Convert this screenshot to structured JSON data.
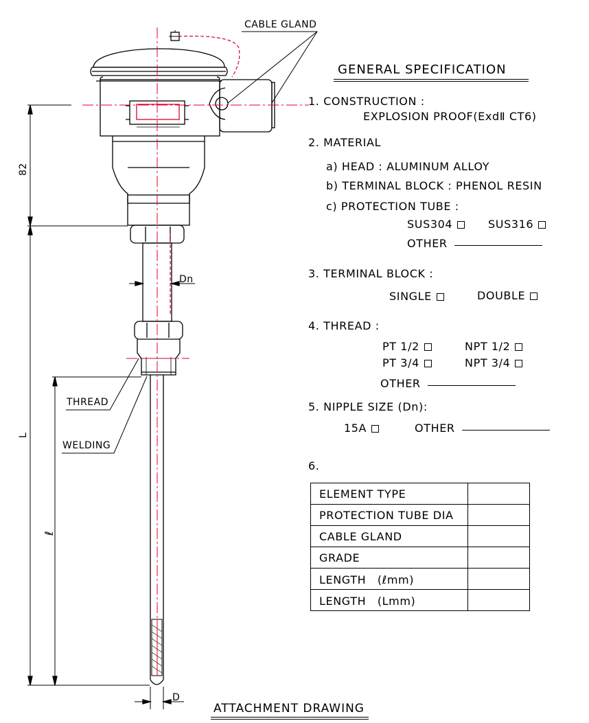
{
  "drawing": {
    "labels": {
      "cable_gland": "CABLE GLAND",
      "dim_82": "82",
      "dn": "Dn",
      "thread": "THREAD",
      "welding": "WELDING",
      "l_upper": "L",
      "l_lower": "ℓ",
      "d": "D"
    },
    "caption": "ATTACHMENT DRAWING",
    "colors": {
      "line": "#000000",
      "center": "#e0002a",
      "wire": "#d40030"
    }
  },
  "spec": {
    "title": "GENERAL SPECIFICATION",
    "construction": {
      "label": "1. CONSTRUCTION :",
      "value": "EXPLOSION PROOF(ExdⅡ CT6)"
    },
    "material": {
      "label": "2. MATERIAL",
      "head": "a) HEAD : ALUMINUM ALLOY",
      "terminal": "b) TERMINAL BLOCK : PHENOL RESIN",
      "tube": "c) PROTECTION TUBE :",
      "opt_sus304": "SUS304",
      "opt_sus316": "SUS316",
      "other": "OTHER"
    },
    "terminal_block": {
      "label": "3. TERMINAL BLOCK :",
      "single": "SINGLE",
      "double": "DOUBLE"
    },
    "thread": {
      "label": "4. THREAD :",
      "pt12": "PT 1/2",
      "npt12": "NPT 1/2",
      "pt34": "PT 3/4",
      "npt34": "NPT 3/4",
      "other": "OTHER"
    },
    "nipple": {
      "label": "5. NIPPLE SIZE (Dn):",
      "a15": "15A",
      "other": "OTHER"
    },
    "section6": "6.",
    "table": [
      {
        "key": "ELEMENT TYPE",
        "value": ""
      },
      {
        "key": "PROTECTION TUBE DIA",
        "value": ""
      },
      {
        "key": "CABLE GLAND",
        "value": ""
      },
      {
        "key": "GRADE",
        "value": ""
      },
      {
        "key": "LENGTH　(ℓmm)",
        "value": ""
      },
      {
        "key": "LENGTH　(Lmm)",
        "value": ""
      }
    ]
  }
}
